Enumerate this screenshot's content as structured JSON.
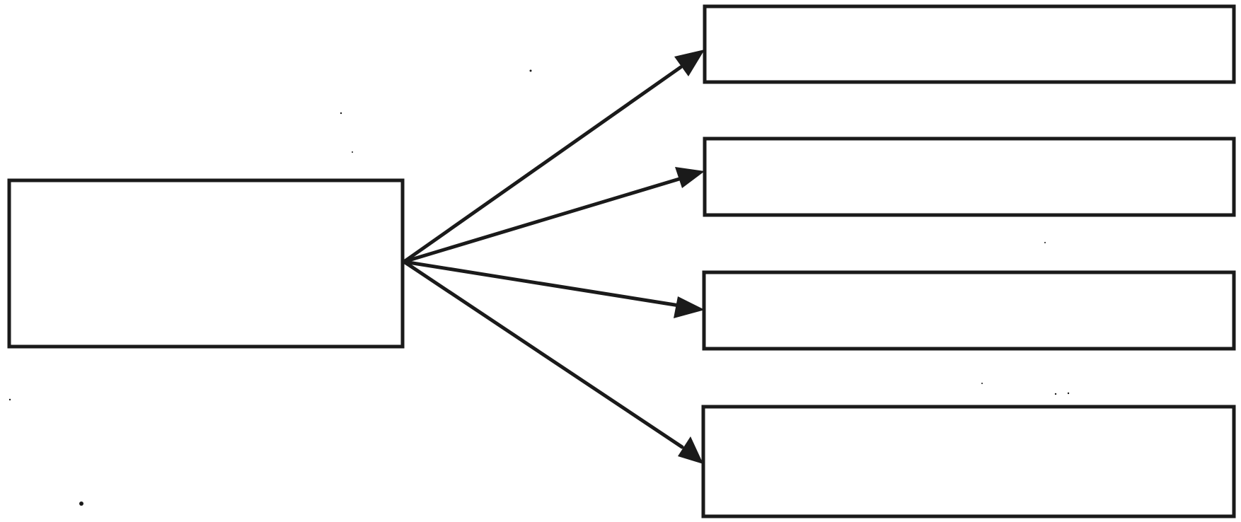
{
  "diagram": {
    "stroke_color": "#1a1a1a",
    "background_color": "#ffffff",
    "source_box": {
      "label": ""
    },
    "target_boxes": [
      {
        "label": ""
      },
      {
        "label": ""
      },
      {
        "label": ""
      },
      {
        "label": ""
      }
    ],
    "arrows": [
      {
        "from": "source",
        "to": "target-1"
      },
      {
        "from": "source",
        "to": "target-2"
      },
      {
        "from": "source",
        "to": "target-3"
      },
      {
        "from": "source",
        "to": "target-4"
      }
    ]
  }
}
